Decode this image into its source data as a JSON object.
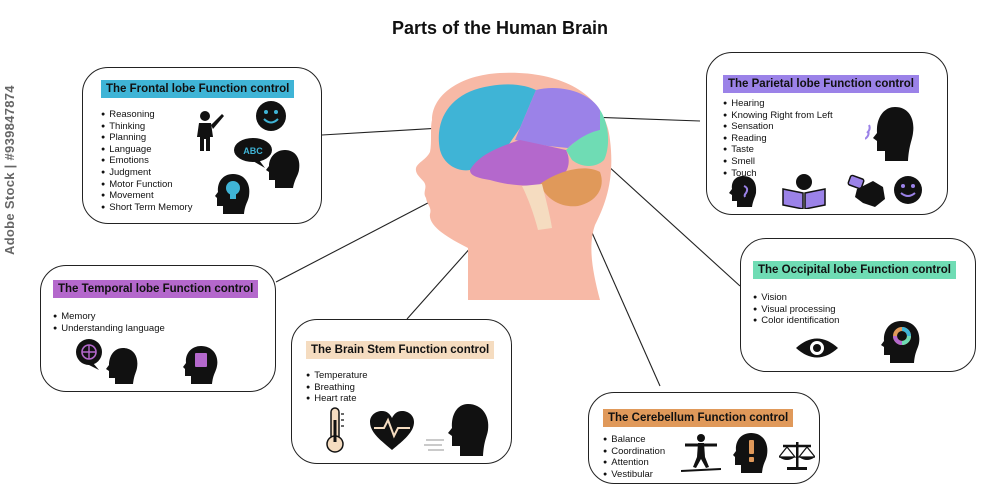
{
  "title": "Parts of the Human Brain",
  "watermark": "Adobe Stock | #939847874",
  "colors": {
    "frontal": "#3fb4d6",
    "parietal": "#9b82e8",
    "temporal": "#b468cc",
    "occipital": "#6fdcb4",
    "cerebellum": "#e0995a",
    "brainstem": "#f5dcc0",
    "head": "#f7b9a6"
  },
  "boxes": {
    "frontal": {
      "header": "The Frontal lobe Function control",
      "items": [
        "Reasoning",
        "Thinking",
        "Planning",
        "Language",
        "Emotions",
        "Judgment",
        "Motor Function",
        "Movement",
        "Short Term Memory"
      ],
      "icons": [
        "person-pointing-icon",
        "smiley-face-icon",
        "abc-speech-head-icon",
        "lightbulb-head-icon"
      ],
      "abc": "ABC"
    },
    "parietal": {
      "header": "The Parietal lobe Function control",
      "items": [
        "Hearing",
        "Knowing Right from Left",
        "Sensation",
        "Reading",
        "Taste",
        "Smell",
        "Touch"
      ],
      "icons": [
        "smelling-head-icon",
        "ear-head-icon",
        "reading-person-icon",
        "hand-phone-icon",
        "smiley-face-icon"
      ]
    },
    "temporal": {
      "header": "The Temporal lobe Function control",
      "items": [
        "Memory",
        "Understanding language"
      ],
      "icons": [
        "globe-speech-head-icon",
        "memory-card-head-icon"
      ]
    },
    "occipital": {
      "header": "The Occipital lobe Function control",
      "items": [
        "Vision",
        "Visual processing",
        "Color identification"
      ],
      "icons": [
        "eye-icon",
        "color-wheel-head-icon"
      ]
    },
    "brainstem": {
      "header": "The Brain Stem Function control",
      "items": [
        "Temperature",
        "Breathing",
        "Heart rate"
      ],
      "icons": [
        "thermometer-icon",
        "heartbeat-icon",
        "breathing-head-icon"
      ]
    },
    "cerebellum": {
      "header": "The Cerebellum Function control",
      "items": [
        "Balance",
        "Coordination",
        "Attention",
        "Vestibular"
      ],
      "icons": [
        "tightrope-walker-icon",
        "exclamation-head-icon",
        "balance-scale-icon"
      ]
    }
  }
}
